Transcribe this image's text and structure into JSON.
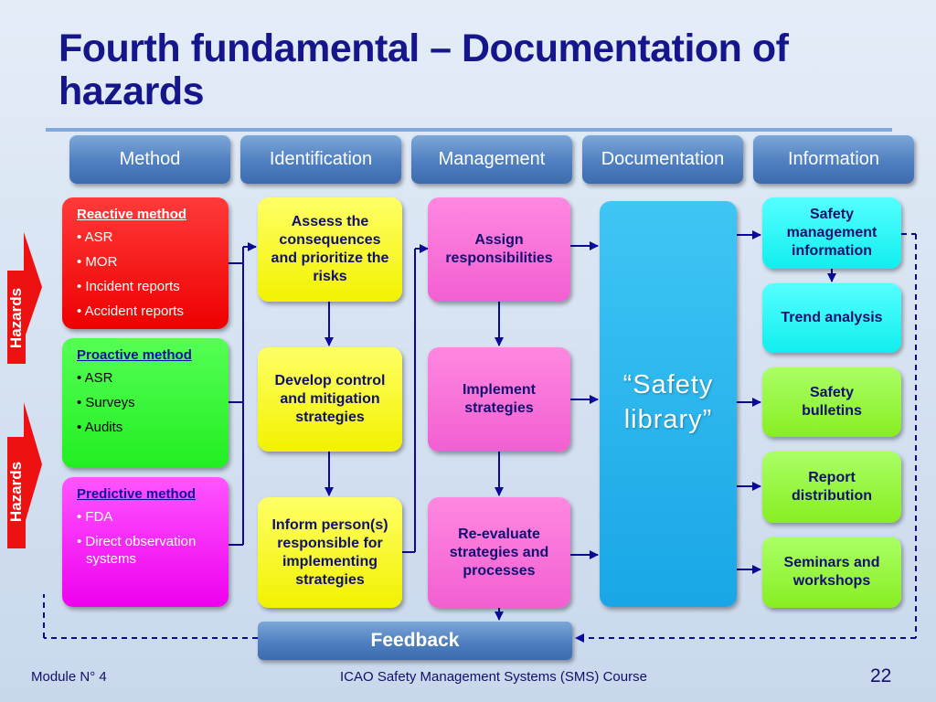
{
  "slide": {
    "title": "Fourth fundamental – Documentation of hazards",
    "colors": {
      "title": "#15158c",
      "connector": "#0a0a9a",
      "header": "#4f7fc0"
    }
  },
  "headers": [
    "Method",
    "Identification",
    "Management",
    "Documentation",
    "Information"
  ],
  "methods": [
    {
      "title": "Reactive method",
      "items": [
        "• ASR",
        "• MOR",
        "• Incident reports",
        "• Accident reports"
      ]
    },
    {
      "title": "Proactive method",
      "items": [
        "• ASR",
        "• Surveys",
        "• Audits"
      ]
    },
    {
      "title": "Predictive method",
      "items": [
        "• FDA",
        "• Direct observation systems"
      ]
    }
  ],
  "identification": [
    "Assess the consequences and prioritize the risks",
    "Develop control and mitigation strategies",
    "Inform person(s) responsible for implementing strategies"
  ],
  "management": [
    "Assign responsibilities",
    "Implement strategies",
    "Re-evaluate strategies and processes"
  ],
  "documentation": {
    "library_line1": "“Safety",
    "library_line2": "library”"
  },
  "information": [
    "Safety management information",
    "Trend analysis",
    "Safety bulletins",
    "Report distribution",
    "Seminars and workshops"
  ],
  "hazards": [
    "Hazards",
    "Hazards"
  ],
  "feedback": "Feedback",
  "footer": {
    "module": "Module N° 4",
    "course": "ICAO Safety Management Systems (SMS) Course",
    "page": "22"
  }
}
